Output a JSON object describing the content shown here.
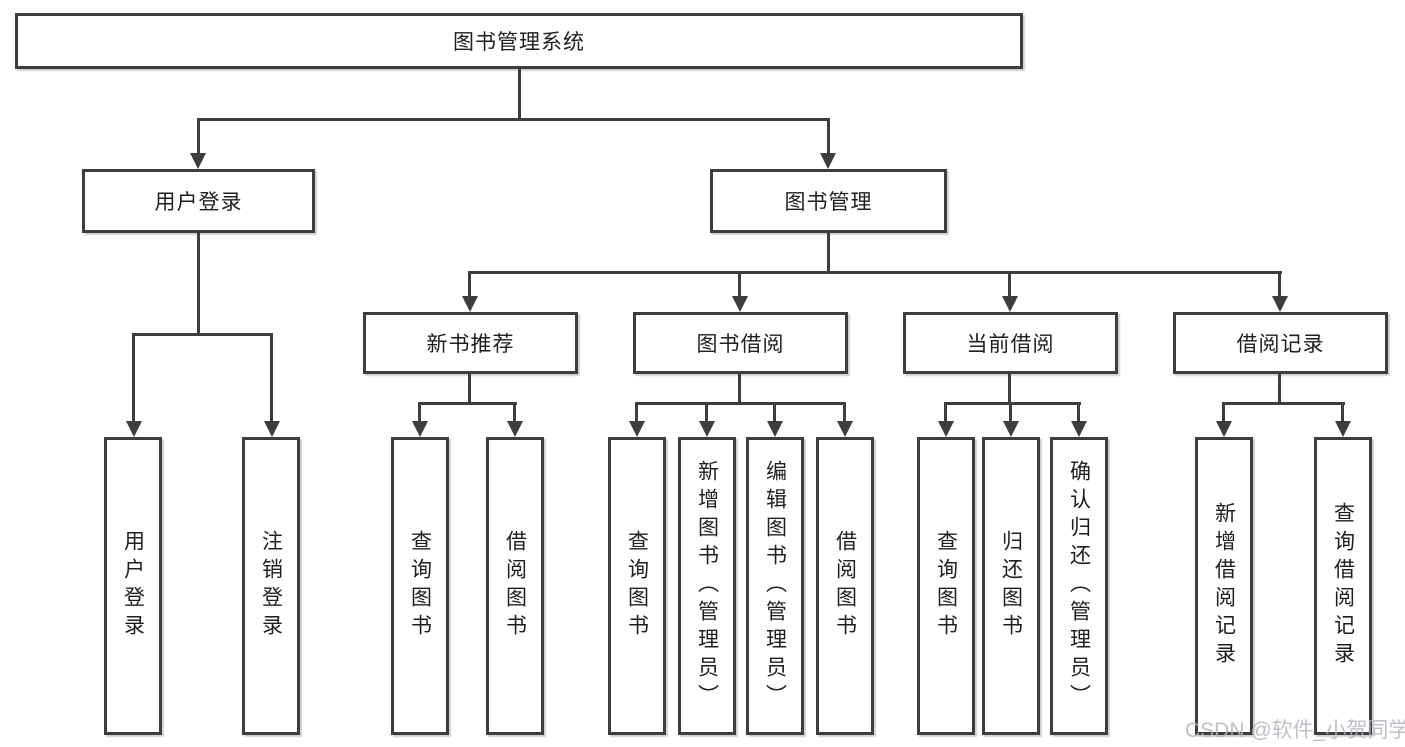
{
  "diagram": {
    "title": "图书管理系统",
    "modules": {
      "user_login": {
        "label": "用户登录",
        "children": [
          "用户登录",
          "注销登录"
        ]
      },
      "book_mgmt": {
        "label": "图书管理",
        "sections": {
          "new_book": {
            "label": "新书推荐",
            "children": [
              "查询图书",
              "借阅图书"
            ]
          },
          "borrow": {
            "label": "图书借阅",
            "children": [
              "查询图书",
              "新增图书（管理员）",
              "编辑图书（管理员）",
              "借阅图书"
            ]
          },
          "current": {
            "label": "当前借阅",
            "children": [
              "查询图书",
              "归还图书",
              "确认归还（管理员）"
            ]
          },
          "records": {
            "label": "借阅记录",
            "children": [
              "新增借阅记录",
              "查询借阅记录"
            ]
          }
        }
      }
    }
  },
  "watermark": {
    "text": "CSDN @软件_小贺同学"
  },
  "colors": {
    "line": "#3d3d3d",
    "text": "#1f1f1f",
    "background": "#ffffff",
    "watermark": "#b4b4be"
  }
}
